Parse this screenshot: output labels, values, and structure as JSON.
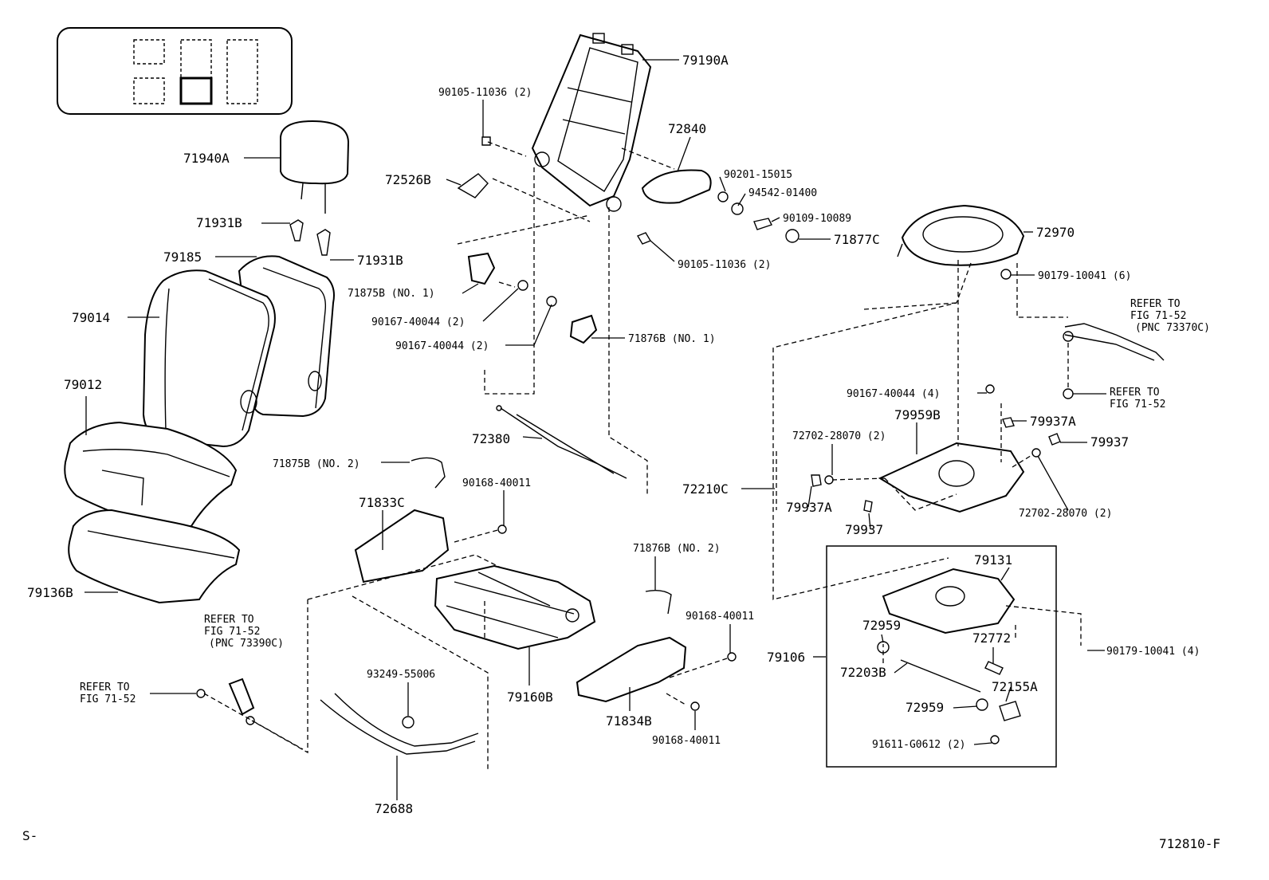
{
  "diagram": {
    "figure_code": "712810-F",
    "corner_mark": "S-",
    "labels": {
      "p79190A": "79190A",
      "p90105_11036_top": "90105-11036 (2)",
      "p72840": "72840",
      "p71940A": "71940A",
      "p72526B": "72526B",
      "p90201_15015": "90201-15015",
      "p94542_01400": "94542-01400",
      "p90109_10089": "90109-10089",
      "p71931B_a": "71931B",
      "p71877C": "71877C",
      "p72970": "72970",
      "p79185": "79185",
      "p71931B_b": "71931B",
      "p90105_11036_mid": "90105-11036 (2)",
      "p71875B_no1": "71875B (NO. 1)",
      "p90179_10041_6": "90179-10041 (6)",
      "p79014": "79014",
      "p90167_40044_a": "90167-40044 (2)",
      "p71876B_no1": "71876B (NO. 1)",
      "p90167_40044_b": "90167-40044 (2)",
      "p79012": "79012",
      "p90167_40044_4": "90167-40044 (4)",
      "p79959B": "79959B",
      "p79937A_a": "79937A",
      "p72702_28070_a": "72702-28070 (2)",
      "p72380": "72380",
      "p79937_a": "79937",
      "p71875B_no2": "71875B (NO. 2)",
      "p90168_40011_a": "90168-40011",
      "p72210C": "72210C",
      "p71833C": "71833C",
      "p79937A_b": "79937A",
      "p72702_28070_b": "72702-28070 (2)",
      "p79937_b": "79937",
      "p71876B_no2": "71876B (NO. 2)",
      "p79131": "79131",
      "p79136B": "79136B",
      "p72959_a": "72959",
      "p90168_40011_b": "90168-40011",
      "p72772": "72772",
      "p90179_10041_4": "90179-10041 (4)",
      "p79106": "79106",
      "p93249_55006": "93249-55006",
      "p72203B": "72203B",
      "p72155A": "72155A",
      "p79160B": "79160B",
      "p72959_b": "72959",
      "p71834B": "71834B",
      "p91611_G0612": "91611-G0612 (2)",
      "p90168_40011_c": "90168-40011",
      "p72688": "72688"
    },
    "refer_notes": {
      "belt_right_1": "REFER TO",
      "belt_right_2": "FIG 71-52",
      "belt_right_3": "(PNC 73370C)",
      "buckle_right_1": "REFER TO",
      "buckle_right_2": "FIG 71-52",
      "buckle_left_1": "REFER TO",
      "buckle_left_2": "FIG 71-52",
      "buckle_left_3": "(PNC 73390C)",
      "bolt_left_1": "REFER TO",
      "bolt_left_2": "FIG 71-52"
    }
  }
}
